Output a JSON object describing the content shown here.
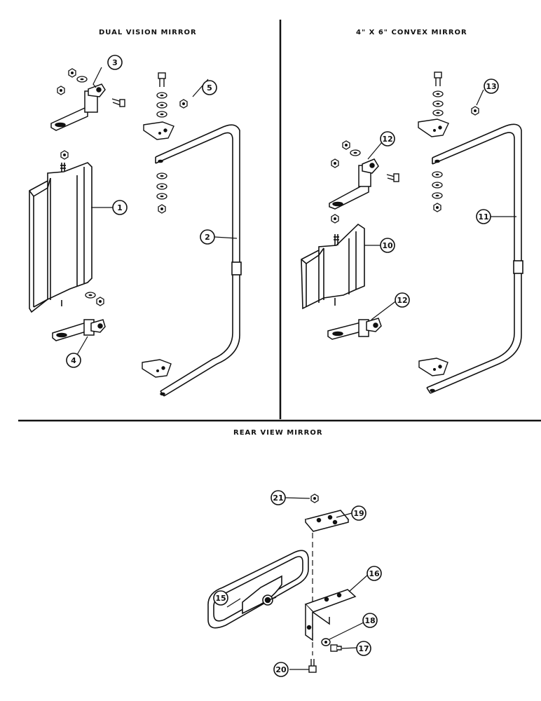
{
  "titles": {
    "dual": "DUAL VISION MIRROR",
    "convex": "4\" X 6\" CONVEX MIRROR",
    "rear": "REAR VIEW MIRROR"
  },
  "callouts": {
    "c1": "1",
    "c2": "2",
    "c3": "3",
    "c4": "4",
    "c5": "5",
    "c10": "10",
    "c11": "11",
    "c12a": "12",
    "c12b": "12",
    "c13": "13",
    "c15": "15",
    "c16": "16",
    "c17": "17",
    "c18": "18",
    "c19": "19",
    "c20": "20",
    "c21": "21"
  }
}
